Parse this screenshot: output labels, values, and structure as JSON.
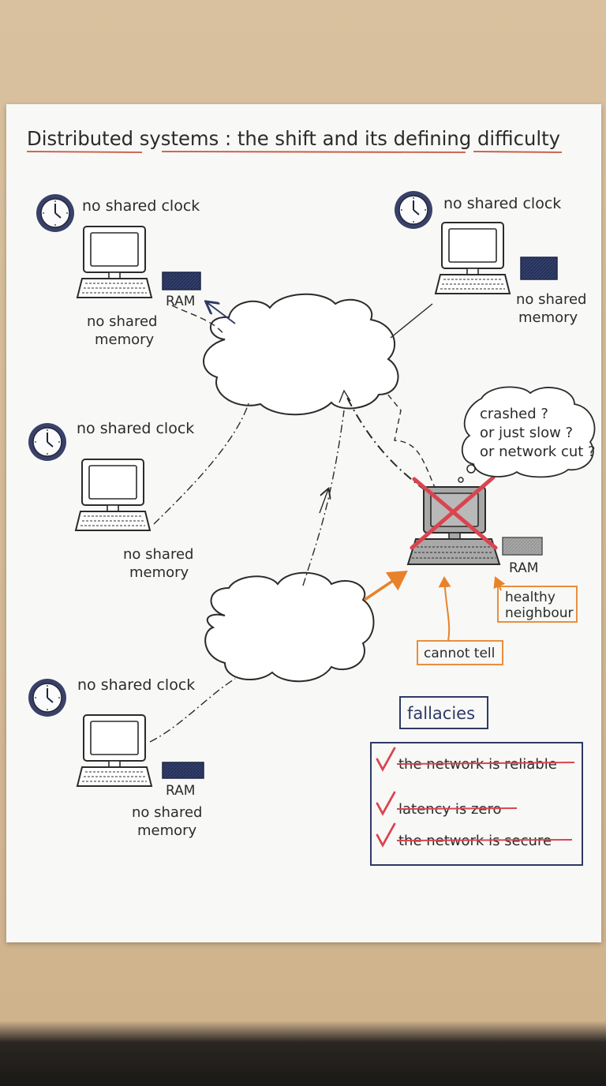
{
  "title": "Distributed systems : the shift and its defining difficulty",
  "nodes": [
    {
      "clock_label": "no shared clock",
      "ram_label": "RAM",
      "memory_label": [
        "no shared",
        "memory"
      ]
    },
    {
      "clock_label": "no shared clock",
      "memory_label": [
        "no shared",
        "memory"
      ]
    },
    {
      "clock_label": "no shared clock",
      "memory_label": [
        "no shared",
        "memory"
      ]
    },
    {
      "clock_label": "no shared clock",
      "ram_label": "RAM",
      "memory_label": [
        "no shared",
        "memory"
      ]
    }
  ],
  "crashed_node": {
    "thought_lines": [
      "crashed ?",
      "or just slow ?",
      "or network cut ?"
    ],
    "ram_label": "RAM",
    "healthy_neighbour": [
      "healthy",
      "neighbour"
    ],
    "cannot_tell": "cannot tell"
  },
  "fallacies": {
    "title": "fallacies",
    "items": [
      "the network is reliable",
      "latency is zero",
      "the network is secure"
    ]
  },
  "colors": {
    "ink": "#2b2b2b",
    "navy": "#2e3a66",
    "accent_orange": "#e8822a",
    "cross_red": "#d9454f",
    "underline_red": "#c8553d"
  }
}
